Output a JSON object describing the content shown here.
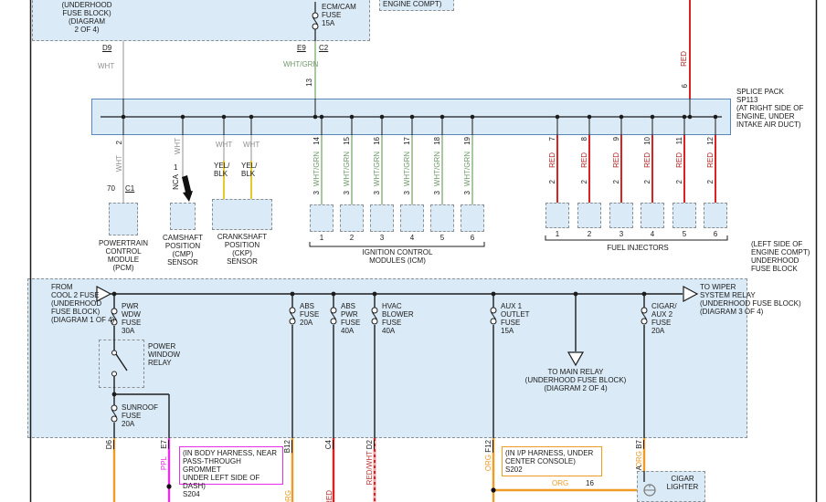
{
  "palette": {
    "white_wire": "#c9c9c9",
    "wht_grn_wire": "#a9c8a2",
    "red_wire": "#d92222",
    "yellow_wire": "#e2cb2e",
    "orange_wire": "#ef9b25",
    "purple_wire": "#e82ee8",
    "block_fill": "#daeaf6",
    "splice_border": "#5a87b5"
  },
  "top_left_block": {
    "title": "(UNDERHOOD\nFUSE BLOCK)\n(DIAGRAM\n2 OF 4)",
    "fuse": "ECM/CAM\nFUSE\n15A"
  },
  "top_right_block": {
    "label": "ENGINE COMPT)"
  },
  "feeds": {
    "conn_d9": "D9",
    "wht": "WHT",
    "conn_e9": "E9",
    "conn_c2": "C2",
    "whtgrn": "WHT/GRN",
    "pin13": "13",
    "red": "RED",
    "pin6": "6"
  },
  "splice": {
    "note": "SPLICE PACK\nSP113\n(AT RIGHT SIDE OF\nENGINE, UNDER\nINTAKE AIR DUCT)"
  },
  "pcm": {
    "pin": "2",
    "color": "WHT",
    "pin70": "70",
    "conn": "C1",
    "name": "POWERTRAIN\nCONTROL\nMODULE\n(PCM)"
  },
  "cmp": {
    "color": "WHT",
    "pin": "1",
    "nca": "NCA",
    "name": "CAMSHAFT\nPOSITION\n(CMP)\nSENSOR"
  },
  "ckp": {
    "color1": "WHT",
    "color2": "WHT",
    "yb1": "YEL/\nBLK",
    "yb2": "YEL/\nBLK",
    "name": "CRANKSHAFT\nPOSITION\n(CKP)\nSENSOR"
  },
  "icm": {
    "name": "IGNITION CONTROL\nMODULES (ICM)",
    "color": "WHT/GRN",
    "pin": "3",
    "nums": [
      "14",
      "15",
      "16",
      "17",
      "18",
      "19"
    ],
    "units": [
      "1",
      "2",
      "3",
      "4",
      "5",
      "6"
    ]
  },
  "inj": {
    "name": "FUEL INJECTORS",
    "color": "RED",
    "pin": "2",
    "nums": [
      "7",
      "8",
      "9",
      "10",
      "11",
      "12"
    ],
    "units": [
      "1",
      "2",
      "3",
      "4",
      "5",
      "6"
    ]
  },
  "right_note": "(LEFT SIDE OF\nENGINE COMPT)\nUNDERHOOD\nFUSE BLOCK",
  "fusebox": {
    "from_cool2": "FROM\nCOOL 2 FUSE\n(UNDERHOOD\nFUSE BLOCK)\n(DIAGRAM 1 OF 4)",
    "pwr_wdw_fuse": "PWR\nWDW\nFUSE\n30A",
    "relay": "POWER\nWINDOW\nRELAY",
    "sunroof_fuse": "SUNROOF\nFUSE\n20A",
    "abs_fuse": "ABS\nFUSE\n20A",
    "abs_pwr_fuse": "ABS\nPWR\nFUSE\n40A",
    "hvac_fuse": "HVAC\nBLOWER\nFUSE\n40A",
    "aux1_fuse": "AUX 1\nOUTLET\nFUSE\n15A",
    "to_main_relay": "TO MAIN RELAY\n(UNDERHOOD FUSE BLOCK)\n(DIAGRAM 2 OF 4)",
    "cigar_fuse": "CIGAR/\nAUX 2\nFUSE\n20A",
    "to_wiper": "TO WIPER\nSYSTEM RELAY\n(UNDERHOOD FUSE BLOCK)\n(DIAGRAM 3 OF 4)"
  },
  "bottom": {
    "conn_d6": "D6",
    "conn_e7": "E7",
    "ppl": "PPL",
    "s204_note": "(IN BODY HARNESS, NEAR\nPASS-THROUGH GROMMET\nUNDER LEFT SIDE OF DASH)\nS204",
    "conn_b12": "B12",
    "conn_c4": "C4",
    "conn_d2": "D2",
    "conn_f12": "F12",
    "conn_b7": "B7",
    "org": "ORG",
    "red": "RED",
    "redwht": "RED/WHT",
    "num16": "16",
    "pin_a": "A",
    "s202_note": "(IN I/P HARNESS, UNDER\nCENTER CONSOLE)\nS202",
    "cigar_lighter": "CIGAR\nLIGHTER"
  }
}
